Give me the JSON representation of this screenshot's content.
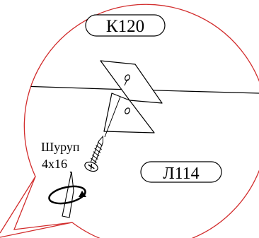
{
  "diagram": {
    "part_top_label": "К120",
    "part_bottom_label": "Л114",
    "fastener_name": "Шуруп",
    "fastener_size": "4x16",
    "callout_color": "#d22c2c",
    "line_color": "#000000"
  }
}
